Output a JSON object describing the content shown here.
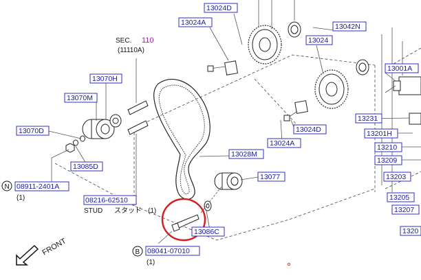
{
  "colors": {
    "part_number": "#1a1aa0",
    "part_box": "#2c2cc8",
    "highlight_circle": "#d42020",
    "sec_number": "#9a1fa8"
  },
  "section": {
    "label": "SEC.",
    "number": "110",
    "sub": "(11110A)"
  },
  "parts": {
    "p13024D_top": "13024D",
    "p13024A_top": "13024A",
    "p13042N": "13042N",
    "p13024_mid": "13024",
    "p13001A": "13001A",
    "p13070H": "13070H",
    "p13070M": "13070M",
    "p13070D": "13070D",
    "p13085D": "13085D",
    "p13024D_mid": "13024D",
    "p13024A_mid": "13024A",
    "p13231": "13231",
    "p13201H": "13201H",
    "p13210": "13210",
    "p13209": "13209",
    "p13028M": "13028M",
    "p13077": "13077",
    "p13203": "13203",
    "p08911": "08911-2401A",
    "p08216": "08216-62510",
    "p13205": "13205",
    "p13207": "13207",
    "p1320_cut": "1320",
    "p13086C": "13086C",
    "p08041": "08041-07010"
  },
  "markers": {
    "n": "N",
    "b": "B"
  },
  "quantities": {
    "q_08911": "(1)",
    "q_08216": "(1)",
    "q_08041": "(1)"
  },
  "stud": {
    "en": "STUD",
    "jp": "スタッド"
  },
  "front_label": "FRONT",
  "icons": {
    "front_arrow": "arrow-down-left-icon",
    "highlight": "red-circle"
  }
}
